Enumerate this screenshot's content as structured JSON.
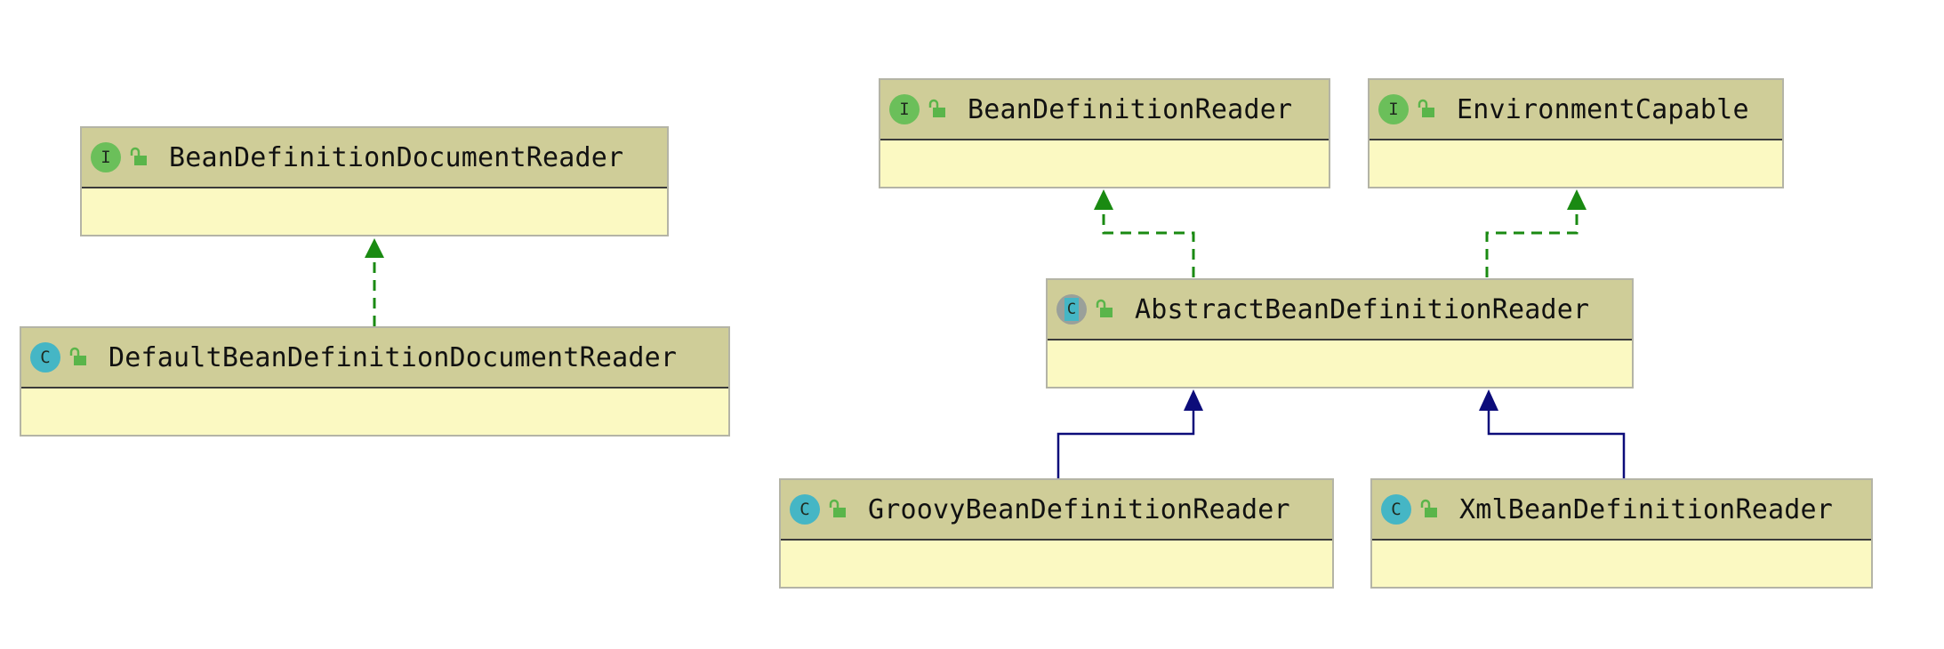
{
  "diagram": {
    "nodes": [
      {
        "id": "bddr",
        "kind": "interface",
        "kind_glyph": "I",
        "visibility_icon": "unlocked-lock-icon",
        "label": "BeanDefinitionDocumentReader"
      },
      {
        "id": "dbddr",
        "kind": "class",
        "kind_glyph": "C",
        "visibility_icon": "unlocked-lock-icon",
        "label": "DefaultBeanDefinitionDocumentReader"
      },
      {
        "id": "bdr",
        "kind": "interface",
        "kind_glyph": "I",
        "visibility_icon": "unlocked-lock-icon",
        "label": "BeanDefinitionReader"
      },
      {
        "id": "ec",
        "kind": "interface",
        "kind_glyph": "I",
        "visibility_icon": "unlocked-lock-icon",
        "label": "EnvironmentCapable"
      },
      {
        "id": "abdr",
        "kind": "abstract-class",
        "kind_glyph": "C",
        "visibility_icon": "unlocked-lock-icon",
        "label": "AbstractBeanDefinitionReader"
      },
      {
        "id": "gbdr",
        "kind": "class",
        "kind_glyph": "C",
        "visibility_icon": "unlocked-lock-icon",
        "label": "GroovyBeanDefinitionReader"
      },
      {
        "id": "xbdr",
        "kind": "class",
        "kind_glyph": "C",
        "visibility_icon": "unlocked-lock-icon",
        "label": "XmlBeanDefinitionReader"
      }
    ],
    "edges": [
      {
        "from": "dbddr",
        "to": "bddr",
        "type": "implements"
      },
      {
        "from": "abdr",
        "to": "bdr",
        "type": "implements"
      },
      {
        "from": "abdr",
        "to": "ec",
        "type": "implements"
      },
      {
        "from": "gbdr",
        "to": "abdr",
        "type": "extends"
      },
      {
        "from": "xbdr",
        "to": "abdr",
        "type": "extends"
      }
    ],
    "colors": {
      "implements_edge": "#1a8a12",
      "extends_edge": "#0c0c7a",
      "header_bg": "#cfcd98",
      "body_bg": "#fbf9c2",
      "interface_badge": "#6bbf5a",
      "class_badge": "#45b6c5"
    }
  }
}
